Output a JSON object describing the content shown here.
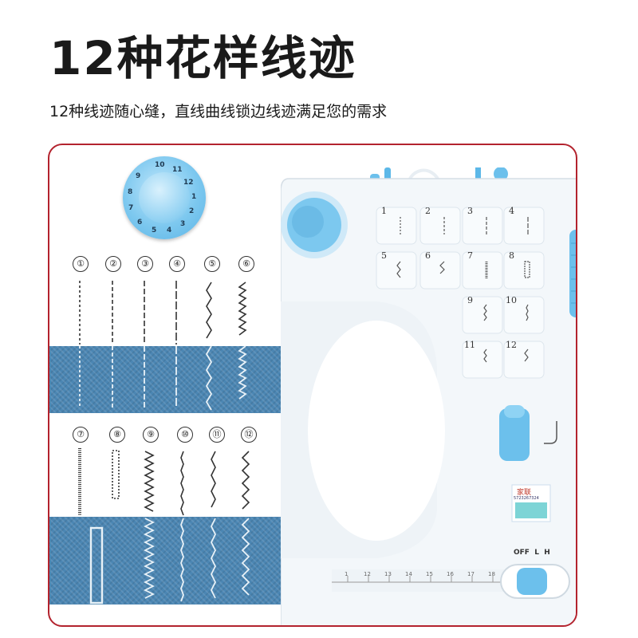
{
  "header": {
    "title": "12种花样线迹",
    "subtitle": "12种线迹随心缝，直线曲线锁边线迹满足您的需求"
  },
  "stitch_numbers": [
    "①",
    "②",
    "③",
    "④",
    "⑤",
    "⑥",
    "⑦",
    "⑧",
    "⑨",
    "⑩",
    "⑪",
    "⑫"
  ],
  "dial": {
    "labels": [
      "10",
      "11",
      "12",
      "1",
      "2",
      "3",
      "4",
      "5",
      "6",
      "7",
      "8",
      "9"
    ]
  },
  "machine_panel": {
    "stitch_labels": [
      "1",
      "2",
      "3",
      "4",
      "5",
      "6",
      "7",
      "8",
      "9",
      "10",
      "11",
      "12"
    ],
    "badge_text": "家联",
    "badge_code": "5723267324",
    "switch_label": "OFF  L  H",
    "ruler_numbers": [
      "1",
      "12",
      "13",
      "14",
      "15",
      "16",
      "17",
      "18"
    ]
  },
  "colors": {
    "frame_border": "#b3232e",
    "accent_blue": "#6cc0ec",
    "fabric_blue": "#4b86b3"
  }
}
